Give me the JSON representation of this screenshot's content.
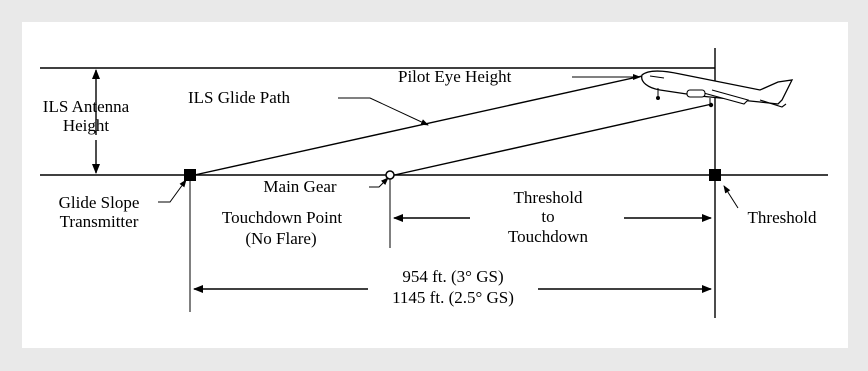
{
  "labels": {
    "ils_antenna_line1": "ILS Antenna",
    "ils_antenna_line2": "Height",
    "glide_path": "ILS Glide Path",
    "pilot_eye": "Pilot Eye Height",
    "glide_slope_line1": "Glide Slope",
    "glide_slope_line2": "Transmitter",
    "main_gear_line1": "Main Gear",
    "main_gear_line2": "Touchdown Point",
    "main_gear_line3": "(No Flare)",
    "thr_touch_line1": "Threshold",
    "thr_touch_line2": "to",
    "thr_touch_line3": "Touchdown",
    "threshold": "Threshold",
    "dist_3deg": "954 ft. (3° GS)",
    "dist_25deg": "1145 ft. (2.5° GS)"
  }
}
